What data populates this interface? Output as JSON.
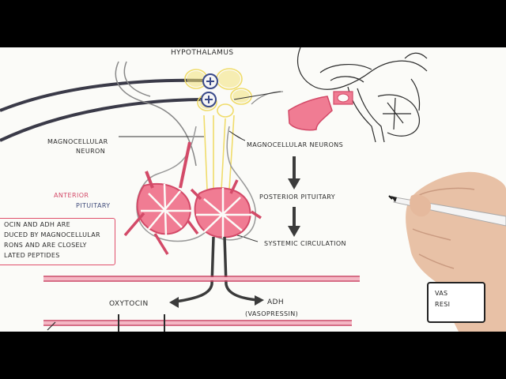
{
  "labels": {
    "hypothalamus": "HYPOTHALAMUS",
    "magnocellular_neuron": [
      "MAGNOCELLULAR",
      "NEURON"
    ],
    "magnocellular_neurons": "MAGNOCELLULAR NEURONS",
    "anterior_pituitary": [
      "ANTERIOR",
      "PITUITARY"
    ],
    "posterior_pituitary": "POSTERIOR PITUITARY",
    "systemic_circulation": "SYSTEMIC CIRCULATION",
    "oxytocin": "OXYTOCIN",
    "adh": "ADH",
    "vasopressin": "(VASOPRESSIN)"
  },
  "note": {
    "lines": [
      "OCIN AND ADH ARE",
      "DUCED BY MAGNOCELLULAR",
      "RONS AND ARE CLOSELY",
      "LATED PEPTIDES"
    ]
  },
  "vaso_box": {
    "lines": [
      "VAS",
      "RESI"
    ]
  },
  "colors": {
    "pink_fill": "#f07c93",
    "pink_stroke": "#d34a68",
    "yellow": "#f3e27a",
    "ink": "#2b2b2b",
    "blue": "#3a4a8a",
    "arrow": "#3b3b3b"
  }
}
